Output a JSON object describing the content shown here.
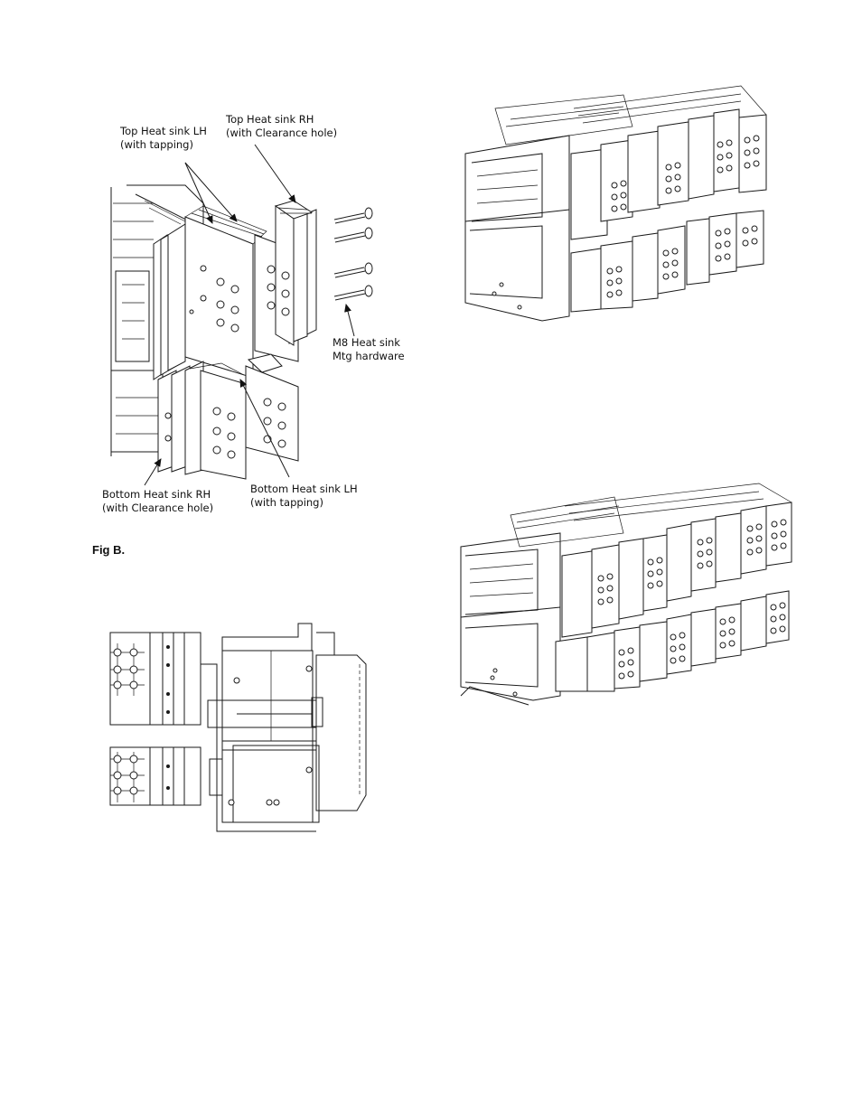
{
  "figure_b": {
    "caption": "Fig B.",
    "callouts": {
      "top_lh_line1": "Top Heat sink LH",
      "top_lh_line2": "(with tapping)",
      "top_rh_line1": "Top Heat sink RH",
      "top_rh_line2": "(with Clearance hole)",
      "m8_line1": "M8 Heat sink",
      "m8_line2": "Mtg hardware",
      "bottom_rh_line1": "Bottom Heat sink RH",
      "bottom_rh_line2": "(with Clearance hole)",
      "bottom_lh_line1": "Bottom Heat sink LH",
      "bottom_lh_line2": "(with tapping)"
    }
  }
}
